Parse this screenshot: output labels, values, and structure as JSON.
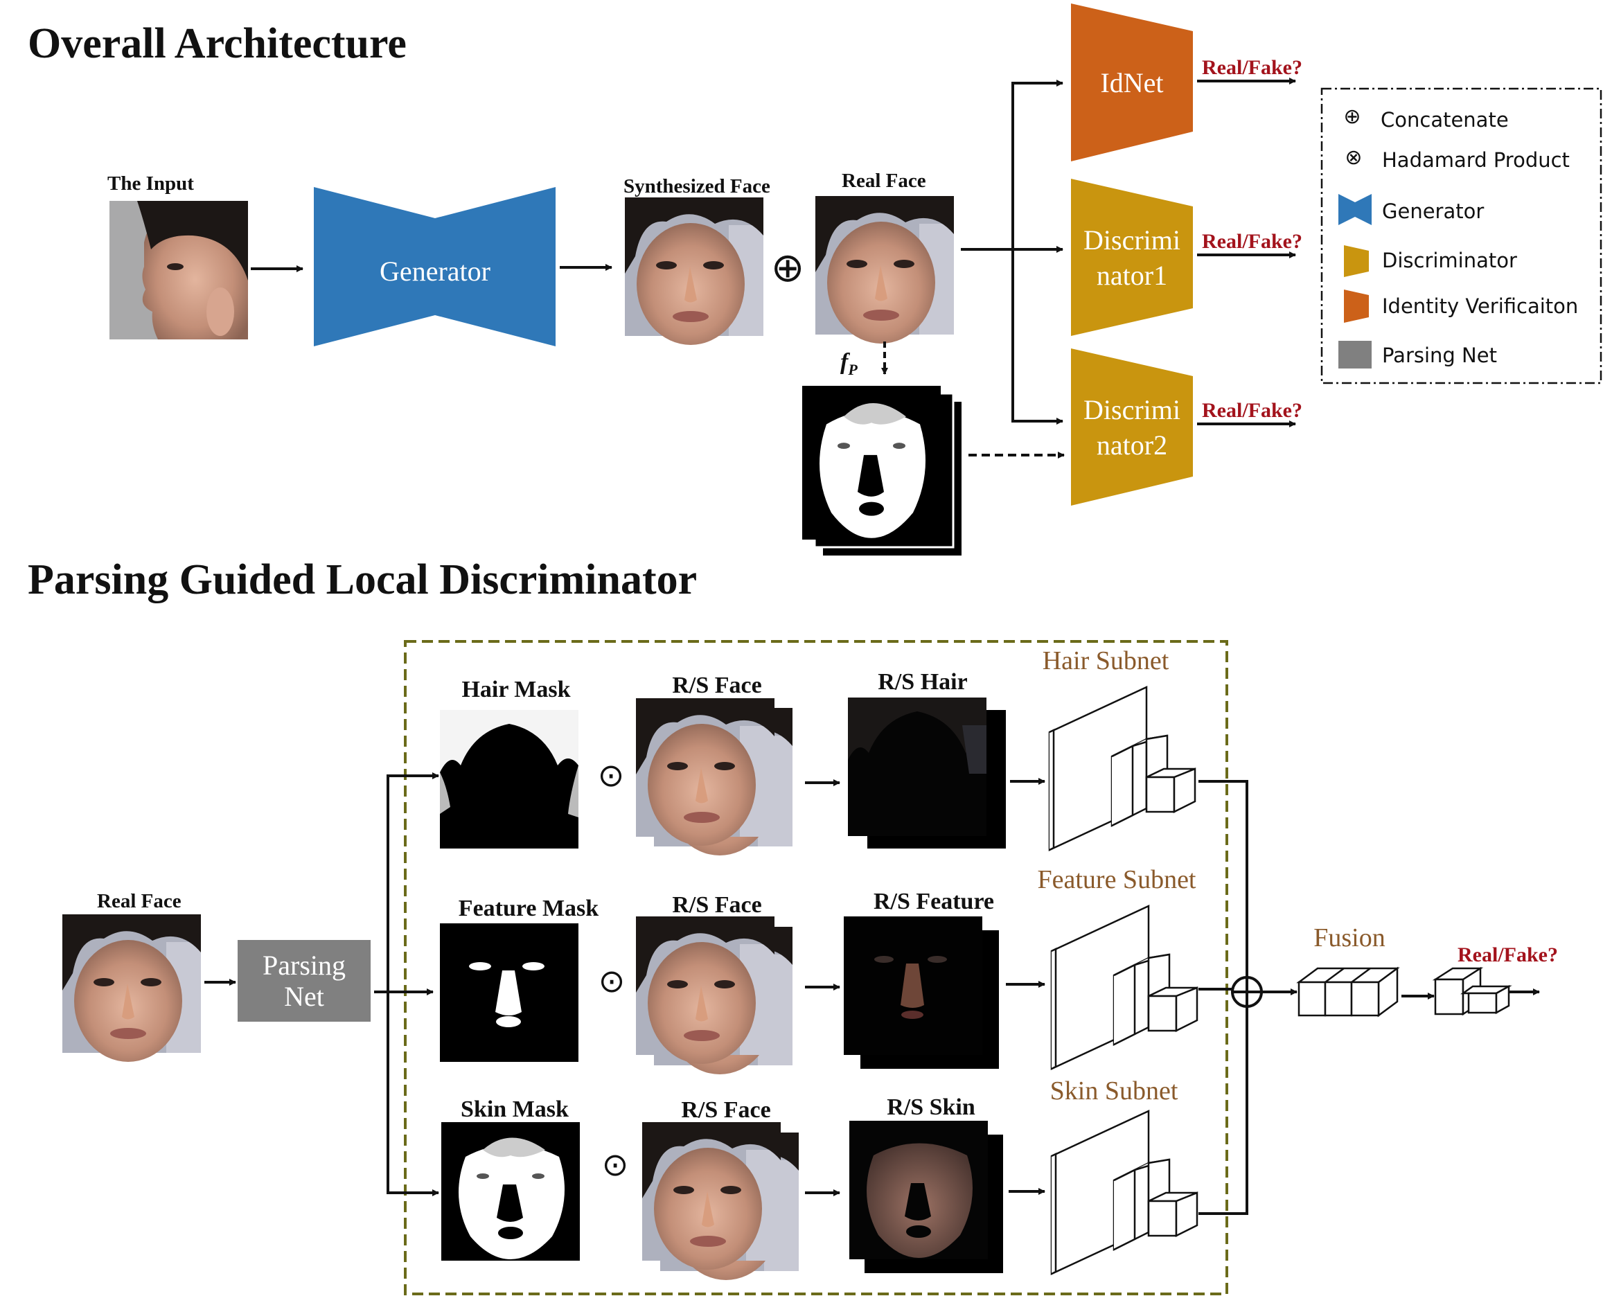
{
  "titles": {
    "top": "Overall Architecture",
    "bottom": "Parsing Guided Local Discriminator"
  },
  "top": {
    "input_label": "The Input",
    "generator_label": "Generator",
    "synth_label": "Synthesized Face",
    "real_label": "Real Face",
    "concat_symbol": "⊕",
    "fp_main": "f",
    "fp_sub": "P",
    "idnet_label": "IdNet",
    "disc1_line1": "Discrimi",
    "disc1_line2": "nator1",
    "disc2_line1": "Discrimi",
    "disc2_line2": "nator2",
    "real_fake": "Real/Fake?"
  },
  "legend": {
    "items": [
      {
        "symbol": "⊕",
        "label": "Concatenate"
      },
      {
        "symbol": "⊗",
        "label": "Hadamard Product"
      },
      {
        "icon": "generator-icon",
        "label": "Generator"
      },
      {
        "icon": "discriminator-icon",
        "label": "Discriminator"
      },
      {
        "icon": "identity-icon",
        "label": "Identity Verificaiton"
      },
      {
        "icon": "parsing-icon",
        "label": "Parsing Net"
      }
    ]
  },
  "bottom": {
    "real_face_label": "Real Face",
    "parsing_line1": "Parsing",
    "parsing_line2": "Net",
    "hair_mask": "Hair Mask",
    "feature_mask": "Feature Mask",
    "skin_mask": "Skin Mask",
    "rs_face": "R/S Face",
    "rs_hair": "R/S Hair",
    "rs_feature": "R/S Feature",
    "rs_skin": "R/S Skin",
    "hair_subnet": "Hair Subnet",
    "feature_subnet": "Feature Subnet",
    "skin_subnet": "Skin Subnet",
    "fusion": "Fusion",
    "hadamard_symbol": "⊙",
    "concat_symbol": "⊕",
    "real_fake": "Real/Fake?"
  },
  "colors": {
    "generator": "#2f78b8",
    "discriminator": "#c9950f",
    "idnet": "#cc6119",
    "parsing": "#808080",
    "dashed_box": "#6b6b1a",
    "real_fake": "#a3131c",
    "subnet_text": "#8a5a2b"
  }
}
